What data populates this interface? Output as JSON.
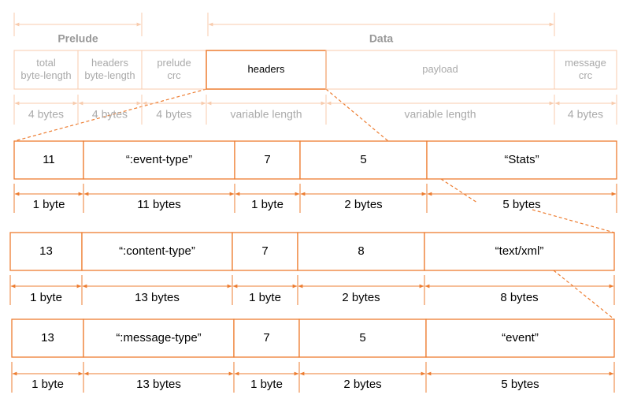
{
  "colors": {
    "accent": "#ed7d31",
    "faded_stroke": "#f8cbad",
    "faded_text": "#aaaaaa",
    "header_text": "#999999",
    "text": "#000000"
  },
  "top": {
    "groups": [
      {
        "label": "Prelude"
      },
      {
        "label": "Data"
      }
    ],
    "cells": [
      {
        "label": "total\nbyte-length",
        "size": "4 bytes",
        "highlight": false
      },
      {
        "label": "headers\nbyte-length",
        "size": "4 bytes",
        "highlight": false
      },
      {
        "label": "prelude\ncrc",
        "size": "4 bytes",
        "highlight": false
      },
      {
        "label": "headers",
        "size": "variable length",
        "highlight": true
      },
      {
        "label": "payload",
        "size": "variable length",
        "highlight": false
      },
      {
        "label": "message\ncrc",
        "size": "4 bytes",
        "highlight": false
      }
    ]
  },
  "header_rows": [
    {
      "cells": [
        {
          "value": "11",
          "size": "1 byte"
        },
        {
          "value": "“:event-type”",
          "size": "11 bytes"
        },
        {
          "value": "7",
          "size": "1 byte"
        },
        {
          "value": "5",
          "size": "2 bytes"
        },
        {
          "value": "“Stats”",
          "size": "5 bytes"
        }
      ]
    },
    {
      "cells": [
        {
          "value": "13",
          "size": "1 byte"
        },
        {
          "value": "“:content-type”",
          "size": "13 bytes"
        },
        {
          "value": "7",
          "size": "1 byte"
        },
        {
          "value": "8",
          "size": "2 bytes"
        },
        {
          "value": "“text/xml”",
          "size": "8 bytes"
        }
      ]
    },
    {
      "cells": [
        {
          "value": "13",
          "size": "1 byte"
        },
        {
          "value": "“:message-type”",
          "size": "13 bytes"
        },
        {
          "value": "7",
          "size": "1 byte"
        },
        {
          "value": "5",
          "size": "2 bytes"
        },
        {
          "value": "“event”",
          "size": "5 bytes"
        }
      ]
    }
  ]
}
